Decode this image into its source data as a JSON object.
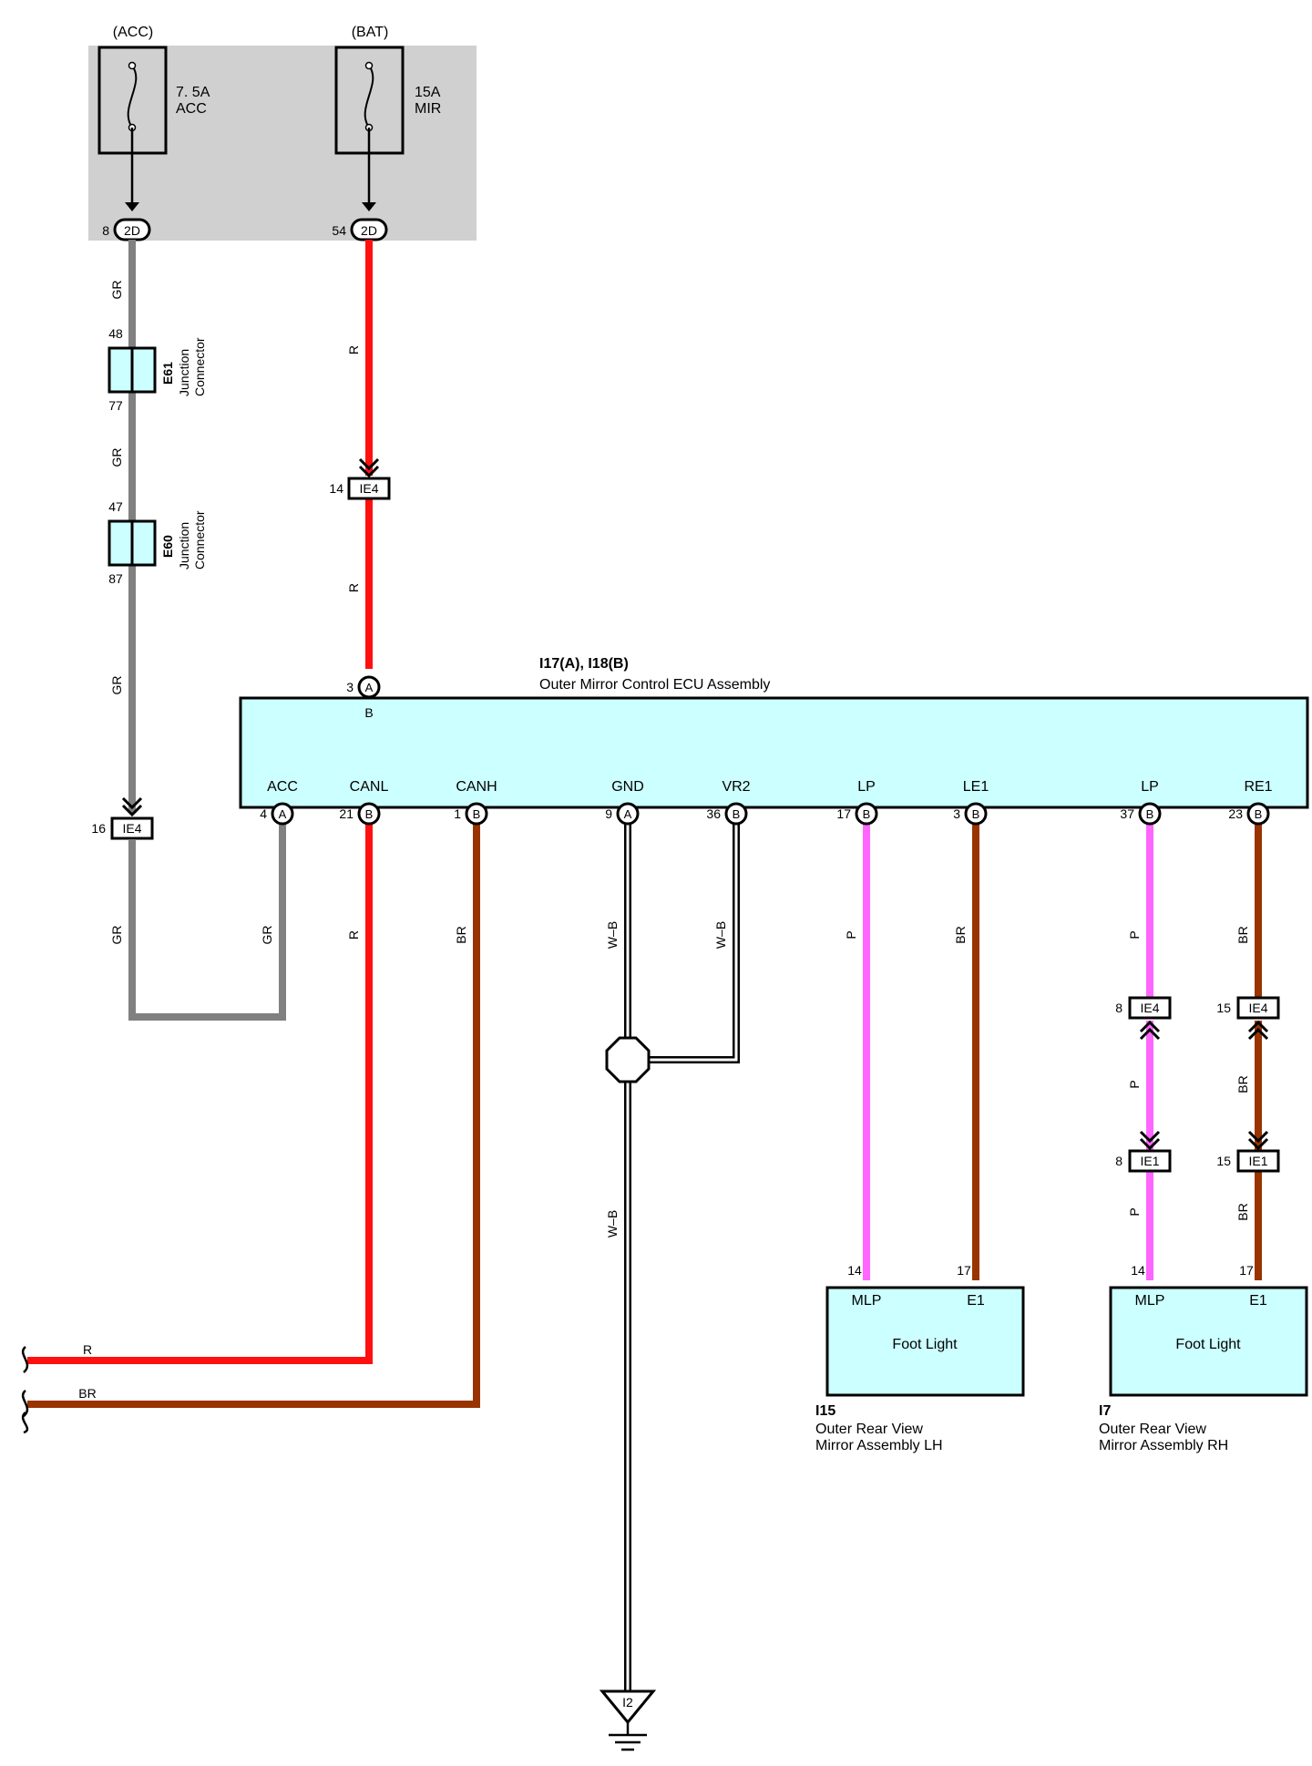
{
  "relay_box": {
    "acc_header": "(ACC)",
    "bat_header": "(BAT)",
    "fuse_acc": {
      "rating": "7. 5A",
      "name": "ACC"
    },
    "fuse_mir": {
      "rating": "15A",
      "name": "MIR"
    },
    "conn_2d_label": "2D",
    "pin_acc": "8",
    "pin_bat": "54"
  },
  "wire_codes": {
    "gr": "GR",
    "r": "R",
    "br": "BR",
    "wb": "W–B",
    "p": "P"
  },
  "junctions": {
    "e61": {
      "id": "E61",
      "line1": "Junction",
      "line2": "Connector",
      "pin_top": "48",
      "pin_bottom": "77"
    },
    "e60": {
      "id": "E60",
      "line1": "Junction",
      "line2": "Connector",
      "pin_top": "47",
      "pin_bottom": "87"
    }
  },
  "connectors": {
    "ie4_bat": {
      "label": "IE4",
      "pin": "14"
    },
    "ie4_acc": {
      "label": "IE4",
      "pin": "16"
    },
    "ie4_p": {
      "label": "IE4",
      "pin": "8"
    },
    "ie4_br": {
      "label": "IE4",
      "pin": "15"
    },
    "ie1_p": {
      "label": "IE1",
      "pin": "8"
    },
    "ie1_br": {
      "label": "IE1",
      "pin": "15"
    }
  },
  "ecu": {
    "code": "I17(A), I18(B)",
    "name": "Outer Mirror Control ECU Assembly",
    "top_pin": {
      "num": "3",
      "conn": "A",
      "name": "B"
    },
    "pins": [
      {
        "num": "4",
        "conn": "A",
        "name": "ACC"
      },
      {
        "num": "21",
        "conn": "B",
        "name": "CANL"
      },
      {
        "num": "1",
        "conn": "B",
        "name": "CANH"
      },
      {
        "num": "9",
        "conn": "A",
        "name": "GND"
      },
      {
        "num": "36",
        "conn": "B",
        "name": "VR2"
      },
      {
        "num": "17",
        "conn": "B",
        "name": "LP"
      },
      {
        "num": "3",
        "conn": "B",
        "name": "LE1"
      },
      {
        "num": "37",
        "conn": "B",
        "name": "LP"
      },
      {
        "num": "23",
        "conn": "B",
        "name": "RE1"
      }
    ]
  },
  "mirror_lh": {
    "pin_mlp": "14",
    "pin_e1": "17",
    "term_mlp": "MLP",
    "term_e1": "E1",
    "text": "Foot Light",
    "code": "I15",
    "line1": "Outer Rear View",
    "line2": "Mirror Assembly LH"
  },
  "mirror_rh": {
    "pin_mlp": "14",
    "pin_e1": "17",
    "term_mlp": "MLP",
    "term_e1": "E1",
    "text": "Foot Light",
    "code": "I7",
    "line1": "Outer Rear View",
    "line2": "Mirror Assembly RH"
  },
  "ground": {
    "label": "I2"
  },
  "offpage": {
    "r": "R",
    "br": "BR"
  },
  "colors": {
    "gr": "#808080",
    "r": "#ff1010",
    "br": "#993300",
    "p": "#ff66ff",
    "box_fill": "#ccffff",
    "relay_fill": "#d0d0d0"
  }
}
